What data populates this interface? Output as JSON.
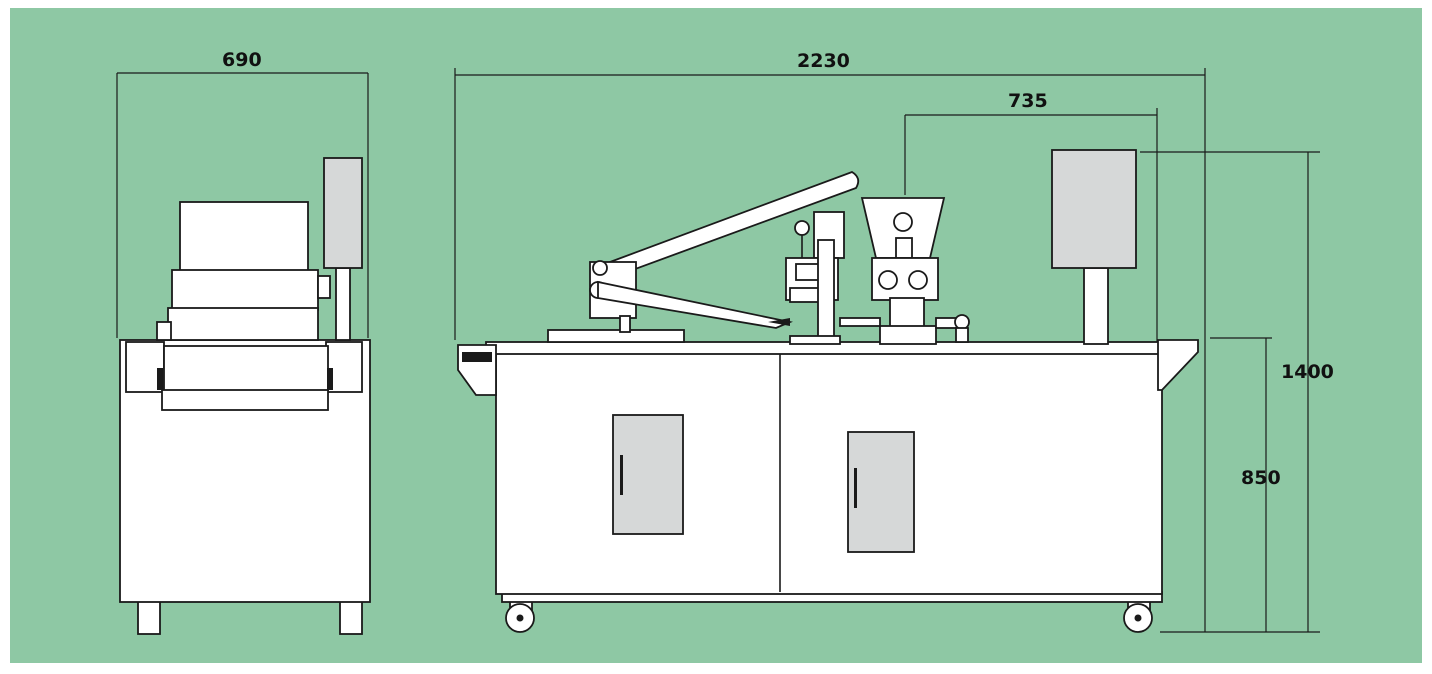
{
  "background_color": "#8ec8a4",
  "panel_color": "#d6d8d8",
  "dimensions": {
    "side_width": "690",
    "overall_length": "2230",
    "hopper_span": "735",
    "overall_height": "1400",
    "table_height": "850"
  }
}
